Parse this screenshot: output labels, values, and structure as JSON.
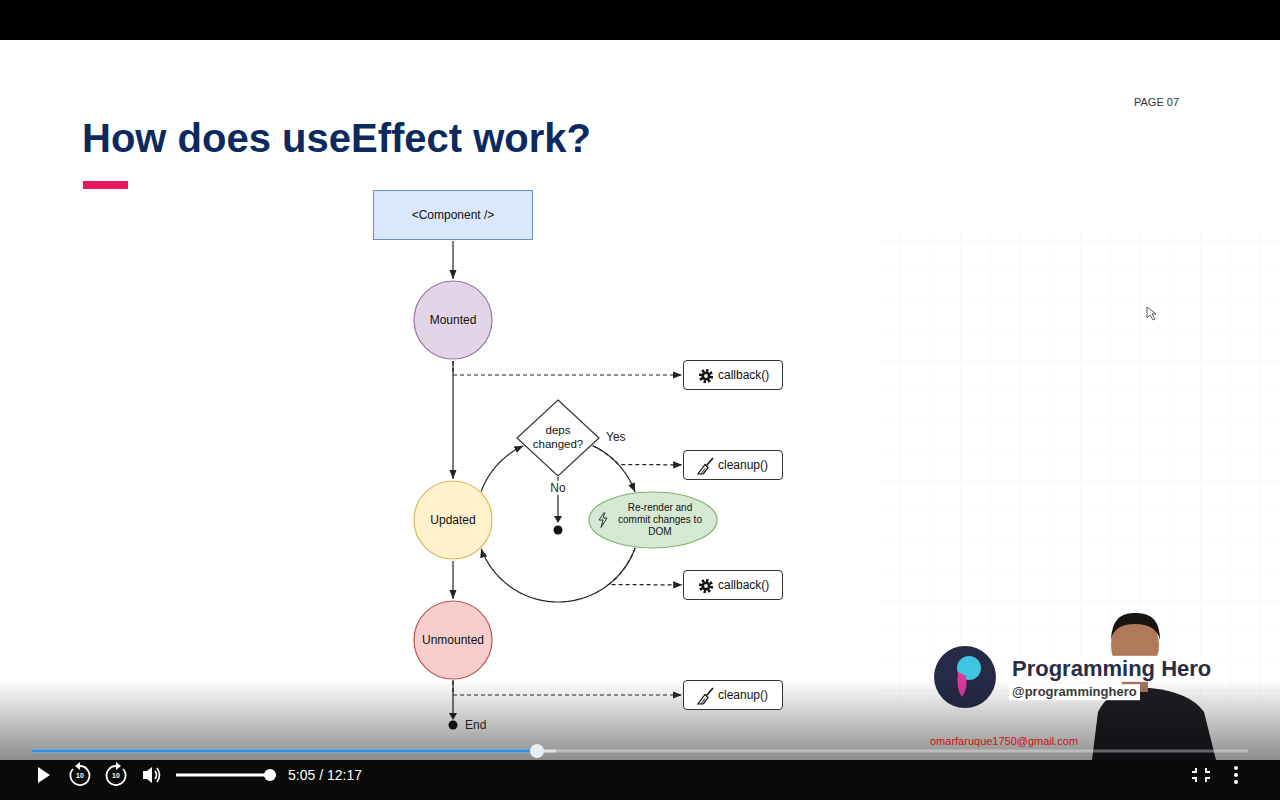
{
  "diagram": {
    "title": "How does useEffect work?",
    "nodes": [
      {
        "text": [
          "<Component />"
        ]
      },
      {
        "text": [
          "Mounted"
        ]
      },
      {
        "text": [
          "callback()"
        ]
      },
      {
        "text": [
          "deps changed?"
        ]
      },
      {
        "text": [
          "cleanup()"
        ]
      },
      {
        "text": [
          "Updated"
        ]
      },
      {
        "text": [
          "Re-render and commit changes to DOM"
        ]
      },
      {
        "text": [
          "callback()"
        ]
      },
      {
        "text": [
          "Unmounted"
        ]
      },
      {
        "text": [
          "cleanup()"
        ]
      }
    ],
    "edges": [
      {
        "from": 0,
        "to": 1,
        "arrow": "to"
      },
      {
        "from": 1,
        "to": 2,
        "arrow": "to"
      },
      {
        "from": 1,
        "to": 5,
        "arrow": "to"
      },
      {
        "from": 5,
        "to": 3,
        "arrow": "to"
      },
      {
        "from": 3,
        "to": 6,
        "arrow": "to",
        "label": "Yes"
      },
      {
        "from": 3,
        "to": 4,
        "arrow": "to"
      },
      {
        "from": 6,
        "to": 5,
        "arrow": "to"
      },
      {
        "from": 6,
        "to": 7,
        "arrow": "to"
      },
      {
        "from": 5,
        "to": 8,
        "arrow": "to"
      },
      {
        "from": 8,
        "to": 9,
        "arrow": "to"
      }
    ],
    "labels": [
      "PAGE 07",
      "No",
      "End",
      "Programming Hero",
      "@programminghero",
      "omarfaruque1750@gmail.com",
      "10",
      "10",
      "5:05 / 12:17"
    ]
  }
}
